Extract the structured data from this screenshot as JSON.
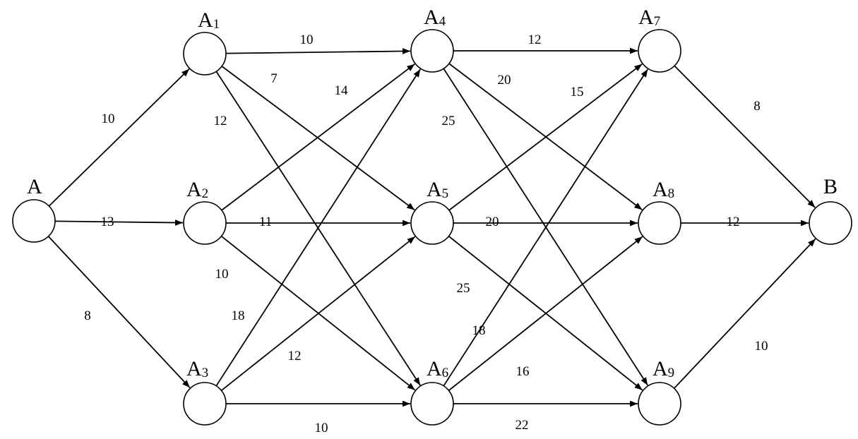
{
  "diagram": {
    "type": "directed-weighted-graph",
    "colors": {
      "stroke": "#000000",
      "fill": "#ffffff",
      "text": "#000000"
    },
    "nodes": [
      {
        "id": "A",
        "label": "A",
        "sub": ""
      },
      {
        "id": "A1",
        "label": "A",
        "sub": "1"
      },
      {
        "id": "A2",
        "label": "A",
        "sub": "2"
      },
      {
        "id": "A3",
        "label": "A",
        "sub": "3"
      },
      {
        "id": "A4",
        "label": "A",
        "sub": "4"
      },
      {
        "id": "A5",
        "label": "A",
        "sub": "5"
      },
      {
        "id": "A6",
        "label": "A",
        "sub": "6"
      },
      {
        "id": "A7",
        "label": "A",
        "sub": "7"
      },
      {
        "id": "A8",
        "label": "A",
        "sub": "8"
      },
      {
        "id": "A9",
        "label": "A",
        "sub": "9"
      },
      {
        "id": "B",
        "label": "B",
        "sub": ""
      }
    ],
    "edges": [
      {
        "from": "A",
        "to": "A1",
        "weight": "10"
      },
      {
        "from": "A",
        "to": "A2",
        "weight": "13"
      },
      {
        "from": "A",
        "to": "A3",
        "weight": "8"
      },
      {
        "from": "A1",
        "to": "A4",
        "weight": "10"
      },
      {
        "from": "A1",
        "to": "A5",
        "weight": "7"
      },
      {
        "from": "A1",
        "to": "A6",
        "weight": "12"
      },
      {
        "from": "A2",
        "to": "A4",
        "weight": "14"
      },
      {
        "from": "A2",
        "to": "A5",
        "weight": "11"
      },
      {
        "from": "A2",
        "to": "A6",
        "weight": "10"
      },
      {
        "from": "A3",
        "to": "A4",
        "weight": "18"
      },
      {
        "from": "A3",
        "to": "A5",
        "weight": "12"
      },
      {
        "from": "A3",
        "to": "A6",
        "weight": "10"
      },
      {
        "from": "A4",
        "to": "A7",
        "weight": "12"
      },
      {
        "from": "A4",
        "to": "A8",
        "weight": "20"
      },
      {
        "from": "A4",
        "to": "A9",
        "weight": "25"
      },
      {
        "from": "A5",
        "to": "A7",
        "weight": "15"
      },
      {
        "from": "A5",
        "to": "A8",
        "weight": "20"
      },
      {
        "from": "A5",
        "to": "A9",
        "weight": "25"
      },
      {
        "from": "A6",
        "to": "A7",
        "weight": "18"
      },
      {
        "from": "A6",
        "to": "A8",
        "weight": "16"
      },
      {
        "from": "A6",
        "to": "A9",
        "weight": "22"
      },
      {
        "from": "A7",
        "to": "B",
        "weight": "8"
      },
      {
        "from": "A8",
        "to": "B",
        "weight": "12"
      },
      {
        "from": "A9",
        "to": "B",
        "weight": "10"
      }
    ]
  }
}
